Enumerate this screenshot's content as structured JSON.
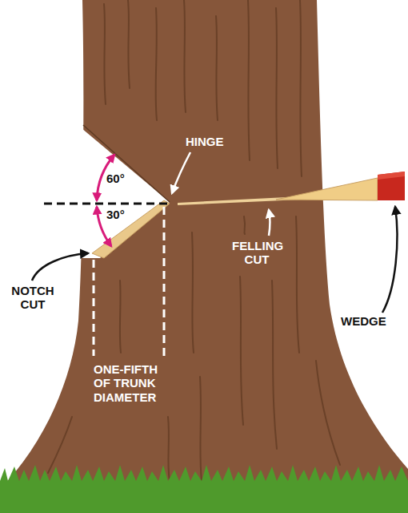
{
  "diagram": {
    "labels": [
      "60°",
      "30°",
      "HINGE",
      "NOTCH CUT",
      "FELLING CUT",
      "WEDGE",
      "ONE-FIFTH OF TRUNK DIAMETER"
    ]
  }
}
